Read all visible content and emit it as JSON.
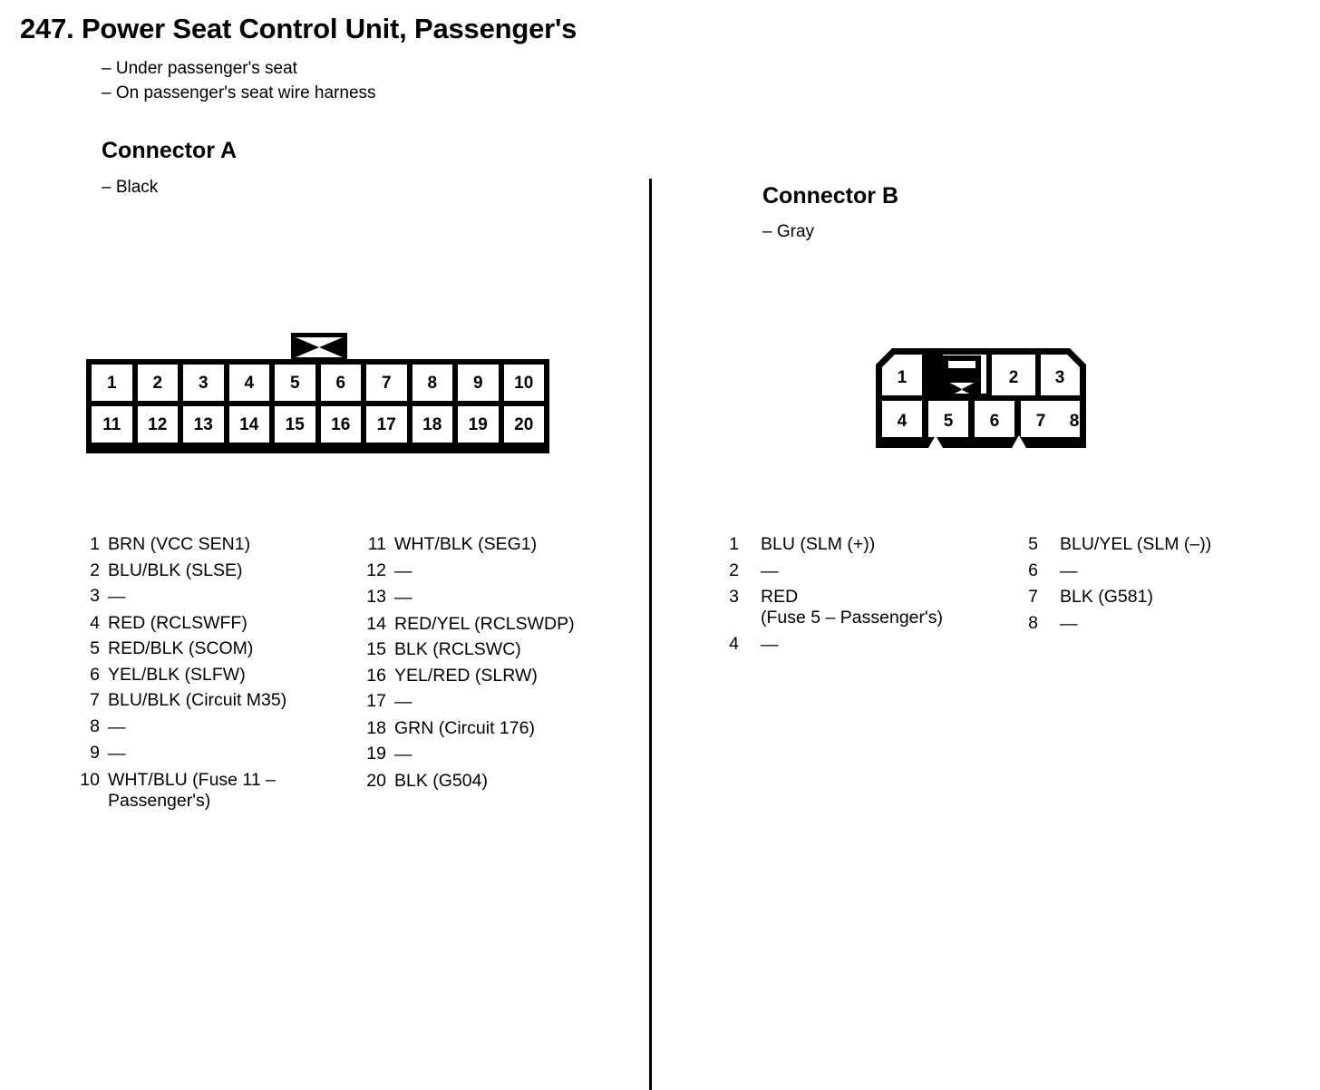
{
  "page": {
    "number": "247.",
    "title": "Power Seat Control Unit, Passenger's",
    "title_full": "247. Power Seat Control Unit, Passenger's",
    "locations": [
      "– Under passenger's seat",
      "– On passenger's seat wire harness"
    ]
  },
  "connector_a": {
    "heading": "Connector A",
    "color": "– Black",
    "diagram": {
      "type": "pin-grid",
      "rows": 2,
      "columns": 10,
      "tab": "bowtie-tab",
      "top_row": [
        "1",
        "2",
        "3",
        "4",
        "5",
        "6",
        "7",
        "8",
        "9",
        "10"
      ],
      "bottom_row": [
        "11",
        "12",
        "13",
        "14",
        "15",
        "16",
        "17",
        "18",
        "19",
        "20"
      ]
    },
    "pins_left": [
      {
        "num": "1",
        "label": "BRN (VCC SEN1)"
      },
      {
        "num": "2",
        "label": "BLU/BLK (SLSE)"
      },
      {
        "num": "3",
        "label": "—"
      },
      {
        "num": "4",
        "label": "RED (RCLSWFF)"
      },
      {
        "num": "5",
        "label": "RED/BLK (SCOM)"
      },
      {
        "num": "6",
        "label": "YEL/BLK (SLFW)"
      },
      {
        "num": "7",
        "label": "BLU/BLK (Circuit M35)"
      },
      {
        "num": "8",
        "label": "—"
      },
      {
        "num": "9",
        "label": "—"
      },
      {
        "num": "10",
        "label": "WHT/BLU (Fuse 11 –\nPassenger's)"
      }
    ],
    "pins_right": [
      {
        "num": "11",
        "label": "WHT/BLK (SEG1)"
      },
      {
        "num": "12",
        "label": "—"
      },
      {
        "num": "13",
        "label": "—"
      },
      {
        "num": "14",
        "label": "RED/YEL (RCLSWDP)"
      },
      {
        "num": "15",
        "label": "BLK (RCLSWC)"
      },
      {
        "num": "16",
        "label": "YEL/RED (SLRW)"
      },
      {
        "num": "17",
        "label": "—"
      },
      {
        "num": "18",
        "label": "GRN (Circuit 176)"
      },
      {
        "num": "19",
        "label": "—"
      },
      {
        "num": "20",
        "label": "BLK (G504)"
      }
    ]
  },
  "connector_b": {
    "heading": "Connector B",
    "color": "– Gray",
    "diagram": {
      "type": "pin-grid-shaped",
      "rows": 2,
      "tab": "bowtie-tab",
      "top_row": [
        "1",
        "2",
        "3"
      ],
      "bottom_row": [
        "4",
        "5",
        "6",
        "7",
        "8"
      ]
    },
    "pins_left": [
      {
        "num": "1",
        "label": "BLU (SLM (+))"
      },
      {
        "num": "2",
        "label": "—"
      },
      {
        "num": "3",
        "label": "RED\n(Fuse 5 – Passenger's)"
      },
      {
        "num": "4",
        "label": "—"
      }
    ],
    "pins_right": [
      {
        "num": "5",
        "label": "BLU/YEL (SLM (–))"
      },
      {
        "num": "6",
        "label": "—"
      },
      {
        "num": "7",
        "label": "BLK (G581)"
      },
      {
        "num": "8",
        "label": "—"
      }
    ]
  },
  "colors": {
    "ink": "#000000",
    "paper": "#ffffff"
  }
}
